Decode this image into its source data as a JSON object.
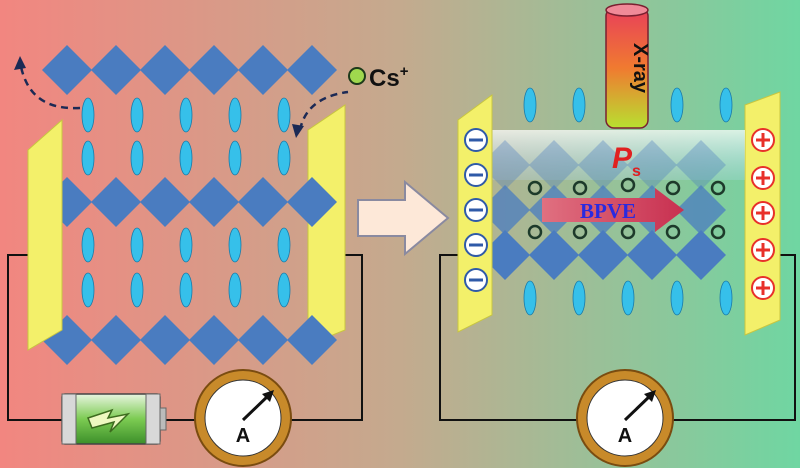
{
  "labels": {
    "cation": "Cs",
    "cation_charge": "+",
    "xray": "X-ray",
    "polarization": "P",
    "polarization_sub": "s",
    "effect": "BPVE",
    "ammeter_left": "A",
    "ammeter_right": "A"
  },
  "colors": {
    "bg_left": "#f08a84",
    "bg_mid": "#c8a88c",
    "bg_right": "#6fd3a0",
    "octahedron": "#4a7cc0",
    "ion": "#36c0ea",
    "electrode": "#f3f06a",
    "cation_fill": "#9fd84e",
    "plus_charge": "#e8302a",
    "minus_charge": "#2f5aa8",
    "effect_text": "#2a2ae0",
    "arrow": "#d63a5a"
  },
  "icons": [
    "battery-icon",
    "ammeter-icon",
    "lightning-icon",
    "xray-tube-icon",
    "next-arrow-icon"
  ]
}
